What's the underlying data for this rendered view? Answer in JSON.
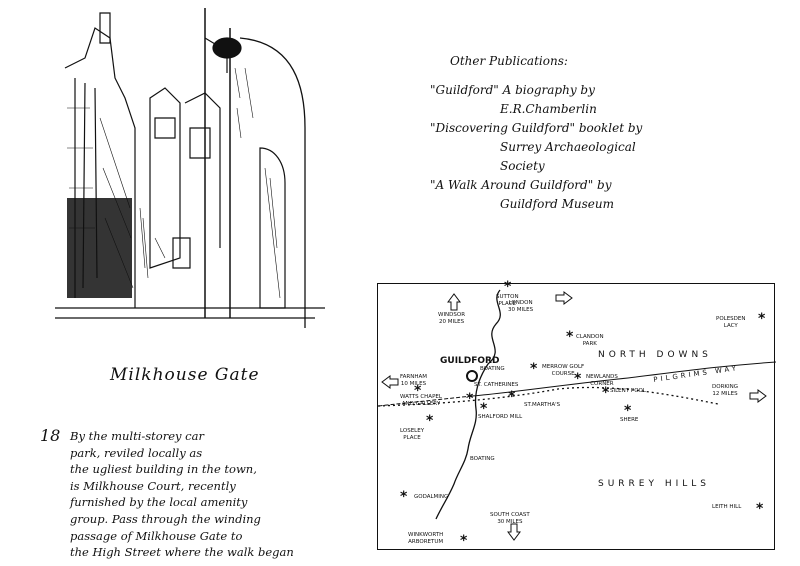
{
  "sketch": {
    "caption": "Milkhouse Gate"
  },
  "walk": {
    "number": "18",
    "lines": [
      "By the multi-storey car",
      "park, reviled locally as",
      "the ugliest building in the town,",
      "is Milkhouse Court, recently",
      "furnished by the local amenity",
      "group. Pass through the winding",
      "passage of Milkhouse Gate to",
      "the High Street where the walk began"
    ]
  },
  "publications": {
    "heading": "Other Publications:",
    "items": [
      {
        "title": "\"Guildford\" A biography by",
        "sub": "E.R.Chamberlin"
      },
      {
        "title": "\"Discovering Guildford\" booklet by",
        "sub": "Surrey Archaeological",
        "sub2": "Society"
      },
      {
        "title": "\"A Walk Around Guildford\" by",
        "sub": "Guildford Museum"
      }
    ]
  },
  "map": {
    "town": "GUILDFORD",
    "region_north": "NORTH DOWNS",
    "region_south": "SURREY HILLS",
    "way": "PILGRIMS WAY",
    "labels": {
      "windsor": "WINDSOR\n20 miles",
      "london": "LONDON\n30 miles",
      "sutton": "SUTTON\nPLACE",
      "boating1": "BOATING",
      "clandon": "CLANDON\nPARK",
      "polesden": "POLESDEN\nLACY",
      "farnham": "FARNHAM\n10 miles",
      "merrow": "MERROW GOLF\nCOURSE",
      "newlands": "NEWLANDS\nCORNER",
      "catherines": "ST. CATHERINES",
      "watts": "WATTS CHAPEL\nAND GALLERY",
      "martha": "ST.MARTHA'S",
      "silent": "SILENT POOL",
      "dorking": "DORKING\n12 miles",
      "shalford": "SHALFORD MILL",
      "shere": "SHERE",
      "loseley": "LOSELEY\nPLACE",
      "boating2": "BOATING",
      "godalming": "GODALMING",
      "leith": "LEITH HILL",
      "south": "SOUTH COAST\n30 miles",
      "winkworth": "WINKWORTH\nARBORETUM"
    }
  }
}
